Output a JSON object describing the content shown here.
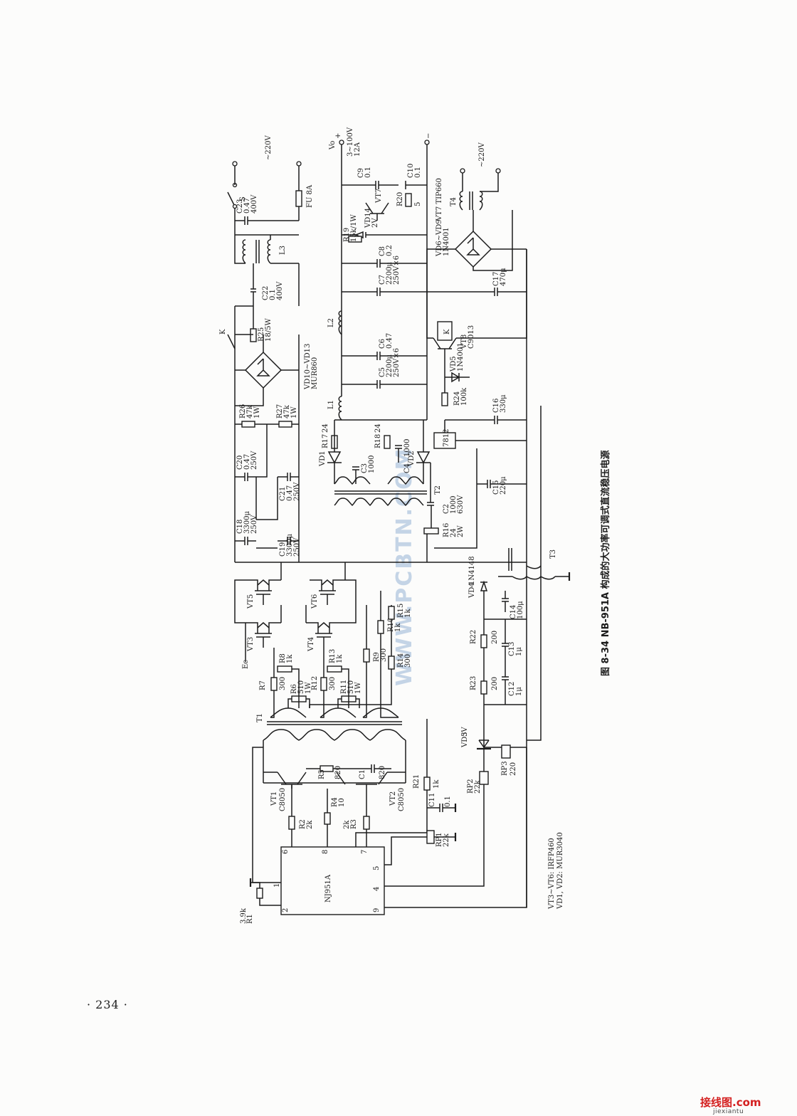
{
  "figure": {
    "caption": "图 8-34  NB-951A 构成的大功率可调式直流稳压电源",
    "page_number": "· 234 ·",
    "watermark": "WWW.PCBTN.COM",
    "site_logo": {
      "text": "接线图.com",
      "url_text": "jiexiantu"
    }
  },
  "labels": {
    "ic": {
      "name": "NJ951A",
      "pin1": "1",
      "pin2": "2",
      "pin4": "4",
      "pin5": "5",
      "pin6": "6",
      "pin7": "7",
      "pin8": "8",
      "pin9": "9"
    },
    "R1": {
      "ref": "R1",
      "val": "3.9k"
    },
    "R2": {
      "ref": "R2",
      "val": "2k"
    },
    "R3": {
      "ref": "R3",
      "val": "2k"
    },
    "R4": {
      "ref": "R4",
      "val": "10"
    },
    "VT1": {
      "ref": "VT1",
      "part": "C8050"
    },
    "VT2": {
      "ref": "VT2",
      "part": "C8050"
    },
    "R5": {
      "ref": "R5",
      "val": "820"
    },
    "C1": {
      "ref": "C1",
      "val": "820"
    },
    "R21": {
      "ref": "R21",
      "val": "1k"
    },
    "C11": {
      "ref": "C11",
      "val": "0.1"
    },
    "RP1": {
      "ref": "RP1",
      "val": "22k"
    },
    "RP2": {
      "ref": "RP2",
      "val": "22k"
    },
    "VD3": {
      "ref": "VD3",
      "val": "5V"
    },
    "RP3": {
      "ref": "RP3",
      "val": "220"
    },
    "R22": {
      "ref": "R22",
      "val": "200"
    },
    "R23": {
      "ref": "R23",
      "val": "200"
    },
    "C12": {
      "ref": "C12",
      "val": "1μ"
    },
    "C13": {
      "ref": "C13",
      "val": "1μ"
    },
    "C14": {
      "ref": "C14",
      "val": "100μ"
    },
    "VD4": {
      "ref": "VD4",
      "part": "1N4148"
    },
    "T1_label": "T1",
    "R6": {
      "ref": "R6",
      "val": "510",
      "watt": "1W"
    },
    "R7": {
      "ref": "R7",
      "val": "300"
    },
    "R8": {
      "ref": "R8",
      "val": "1k"
    },
    "R9": {
      "ref": "R9",
      "val": "300"
    },
    "R10": {
      "ref": "R10",
      "val": "1k"
    },
    "R11": {
      "ref": "R11",
      "val": "510",
      "watt": "1W"
    },
    "R12": {
      "ref": "R12",
      "val": "300"
    },
    "R13": {
      "ref": "R13",
      "val": "1k"
    },
    "R14": {
      "ref": "R14",
      "val": "300"
    },
    "R15": {
      "ref": "R15",
      "val": "1k"
    },
    "VT3": "VT3",
    "VT4": "VT4",
    "VT5": "VT5",
    "VT6": "VT6",
    "Ec": "Ec",
    "C18": {
      "ref": "C18",
      "val": "3300μ",
      "volt": "250V"
    },
    "C19": {
      "ref": "C19",
      "val": "3300μ",
      "volt": "250V"
    },
    "R16": {
      "ref": "R16",
      "val": "24",
      "watt": "2W"
    },
    "C2": {
      "ref": "C2",
      "val": "1000",
      "volt": "630V"
    },
    "T3": "T3",
    "C20": {
      "ref": "C20",
      "val": "0.47",
      "volt": "250V"
    },
    "C21": {
      "ref": "C21",
      "val": "0.47",
      "volt": "250V"
    },
    "R26": {
      "ref": "R26",
      "val": "47k",
      "watt": "1W"
    },
    "R27": {
      "ref": "R27",
      "val": "47k",
      "watt": "1W"
    },
    "bridge1": {
      "ref": "VD10~VD13",
      "part": "MUR860"
    },
    "R25": {
      "ref": "R25",
      "val": "18/5W"
    },
    "K_relay": "K",
    "C22": {
      "ref": "C22",
      "val": "0.1",
      "volt": "400V"
    },
    "L3": "L3",
    "C23": {
      "ref": "C23",
      "val": "0.47",
      "volt": "400V"
    },
    "S": "S",
    "fuse": "FU 8A",
    "mains_in": "~220V",
    "T2": "T2",
    "R17": {
      "ref": "R17",
      "val": "24"
    },
    "R18": {
      "ref": "R18",
      "val": "24"
    },
    "C3": {
      "ref": "C3",
      "val": "1000"
    },
    "C4": {
      "ref": "C4",
      "val": "1000"
    },
    "VD1": "VD1",
    "VD2": "VD2",
    "L1": "L1",
    "L2": "L2",
    "C5": {
      "ref": "C5",
      "val": "2200μ",
      "volt": "250V×6"
    },
    "C6": {
      "ref": "C6",
      "val": "0.47"
    },
    "C7": {
      "ref": "C7",
      "val": "2200μ",
      "volt": "250V×6"
    },
    "C8": {
      "ref": "C8",
      "val": "0.2"
    },
    "VD14": {
      "ref": "VD14",
      "val": "2V"
    },
    "R19": {
      "ref": "R19",
      "val": "15k/1W"
    },
    "R20": {
      "ref": "R20",
      "val": "5"
    },
    "VT7": {
      "ref": "VT7",
      "part": "VT7 TIP660"
    },
    "C9": {
      "ref": "C9",
      "val": "0.1"
    },
    "C10": {
      "ref": "C10",
      "val": "0.1"
    },
    "out_plus": "+",
    "out_minus": "−",
    "out_sym": "Vo",
    "out_rating": "3~100V",
    "out_current": "12A",
    "reg7812": "7812",
    "C15": {
      "ref": "C15",
      "val": "220μ"
    },
    "C16": {
      "ref": "C16",
      "val": "330μ"
    },
    "R24": {
      "ref": "R24",
      "val": "100k"
    },
    "VD5": {
      "ref": "VD5",
      "part": "1N4001"
    },
    "VT8": {
      "ref": "VT8",
      "part": "C9013"
    },
    "K_coil": "K",
    "C17": {
      "ref": "C17",
      "val": "470μ"
    },
    "bridge2": {
      "ref": "VD6~VD9",
      "part": "1N4001"
    },
    "T4": "T4",
    "aux_in": "~220V",
    "note1": "VT3~VT6: IRFP460",
    "note2": "VD1, VD2: MUR3040"
  }
}
